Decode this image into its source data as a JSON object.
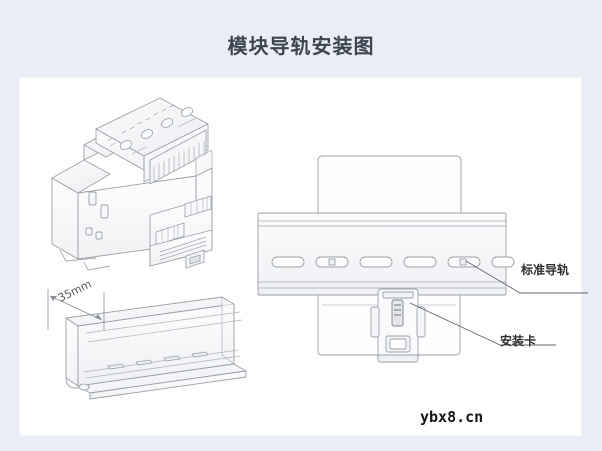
{
  "page": {
    "title": "模块导轨安装图",
    "background_color": "#e9edf6",
    "card_color": "#ffffff",
    "title_color": "#3c4450",
    "line_color": "#8c9099"
  },
  "watermark": {
    "text": "ybx8.cn"
  },
  "diagram": {
    "name": "din-rail-module-installation-diagram",
    "parts": [
      {
        "id": "module-3d",
        "label": "",
        "description": "3D line drawing of DIN rail module with vents, terminals and buttons"
      },
      {
        "id": "din-rail-3d",
        "label": "",
        "description": "3D perspective drawing of top-hat DIN rail section"
      },
      {
        "id": "mounting-view",
        "label": "",
        "description": "Front view of module mounted on standard rail with mounting clip"
      }
    ],
    "dimension": {
      "value": "35mm",
      "applies_to": "din-rail-width"
    },
    "callouts": [
      {
        "id": "standard-rail",
        "label": "标准导轨"
      },
      {
        "id": "mounting-clip",
        "label": "安装卡"
      }
    ]
  }
}
